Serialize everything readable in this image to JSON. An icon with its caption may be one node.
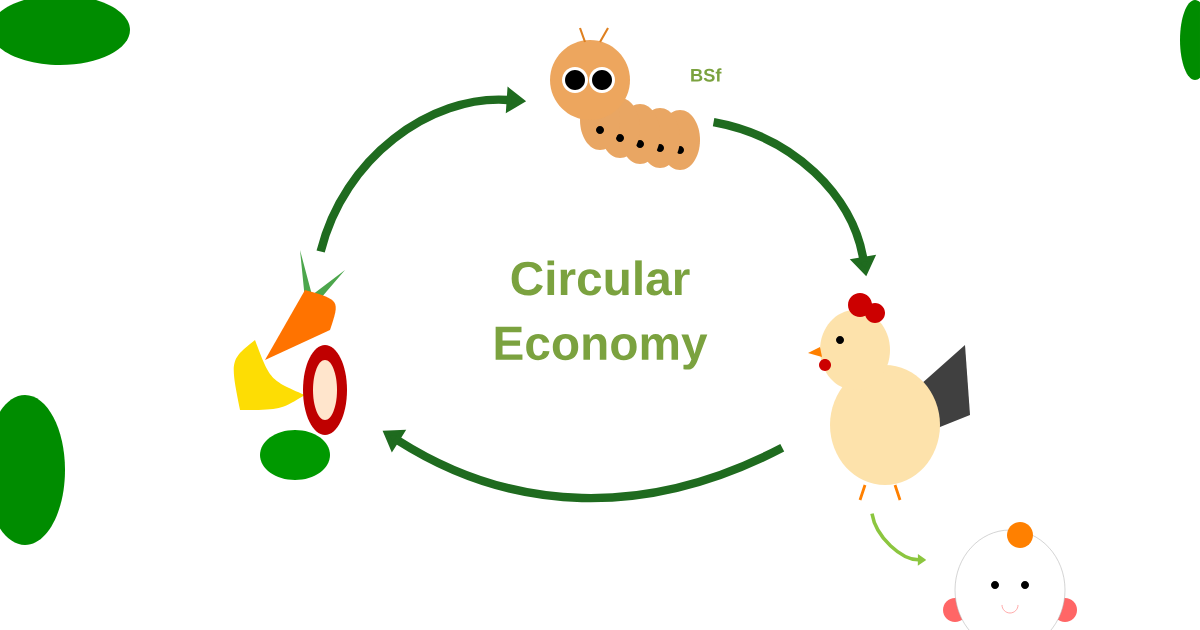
{
  "diagram": {
    "title": "Circular Economy",
    "nodes": [
      {
        "text": [],
        "shape": "picture"
      },
      {
        "text": [],
        "shape": "picture",
        "beside": [
          "BSf"
        ]
      },
      {
        "text": [],
        "shape": "picture"
      },
      {
        "text": [],
        "shape": "picture"
      }
    ],
    "edges": [
      {
        "from": 0,
        "to": 1,
        "arrow": "to"
      },
      {
        "from": 1,
        "to": 2,
        "arrow": "to"
      },
      {
        "from": 2,
        "to": 0,
        "arrow": "to"
      },
      {
        "from": 2,
        "to": 3,
        "arrow": "to",
        "color": "#8cc63f"
      }
    ]
  }
}
